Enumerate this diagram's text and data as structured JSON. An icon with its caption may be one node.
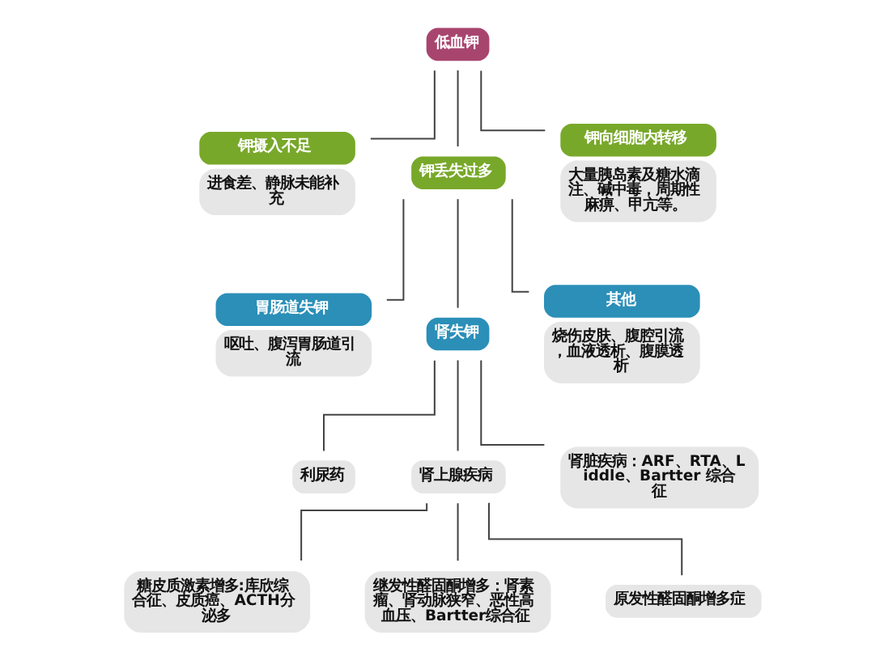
{
  "diagram": {
    "nodes": [
      {
        "text": [
          "低血钾"
        ]
      },
      {
        "text": [
          "钾摄入不足",
          "进食差、静脉未能补充"
        ]
      },
      {
        "text": [
          "钾丢失过多"
        ]
      },
      {
        "text": [
          "钾向细胞内转移",
          "大量胰岛素及糖水滴注、碱中毒，周期性麻痹、甲亢等。"
        ]
      },
      {
        "text": [
          "胃肠道失钾",
          "呕吐、腹泻胃肠道引流"
        ]
      },
      {
        "text": [
          "肾失钾"
        ]
      },
      {
        "text": [
          "其他",
          "烧伤皮肤、腹腔引流，血液透析、腹膜透析"
        ]
      },
      {
        "text": [
          "利尿药"
        ]
      },
      {
        "text": [
          "肾上腺疾病"
        ]
      },
      {
        "text": [
          "肾脏疾病：ARF、RTA、Liddle、Bartter 综合征"
        ]
      },
      {
        "text": [
          "糖皮质激素增多:库欣综合征、皮质癌、ACTH分泌多"
        ]
      },
      {
        "text": [
          "继发性醛固酮增多：肾素瘤、肾动脉狭窄、恶性高血压、Bartter综合征"
        ]
      },
      {
        "text": [
          "原发性醛固酮增多症"
        ]
      }
    ],
    "edges": [
      {
        "from": 0,
        "to": 1,
        "arrow": "none"
      },
      {
        "from": 0,
        "to": 2,
        "arrow": "none"
      },
      {
        "from": 0,
        "to": 3,
        "arrow": "none"
      },
      {
        "from": 2,
        "to": 4,
        "arrow": "none"
      },
      {
        "from": 2,
        "to": 5,
        "arrow": "none"
      },
      {
        "from": 2,
        "to": 6,
        "arrow": "none"
      },
      {
        "from": 5,
        "to": 7,
        "arrow": "none"
      },
      {
        "from": 5,
        "to": 8,
        "arrow": "none"
      },
      {
        "from": 5,
        "to": 9,
        "arrow": "none"
      },
      {
        "from": 8,
        "to": 10,
        "arrow": "none"
      },
      {
        "from": 8,
        "to": 11,
        "arrow": "none"
      },
      {
        "from": 8,
        "to": 12,
        "arrow": "none"
      }
    ]
  }
}
